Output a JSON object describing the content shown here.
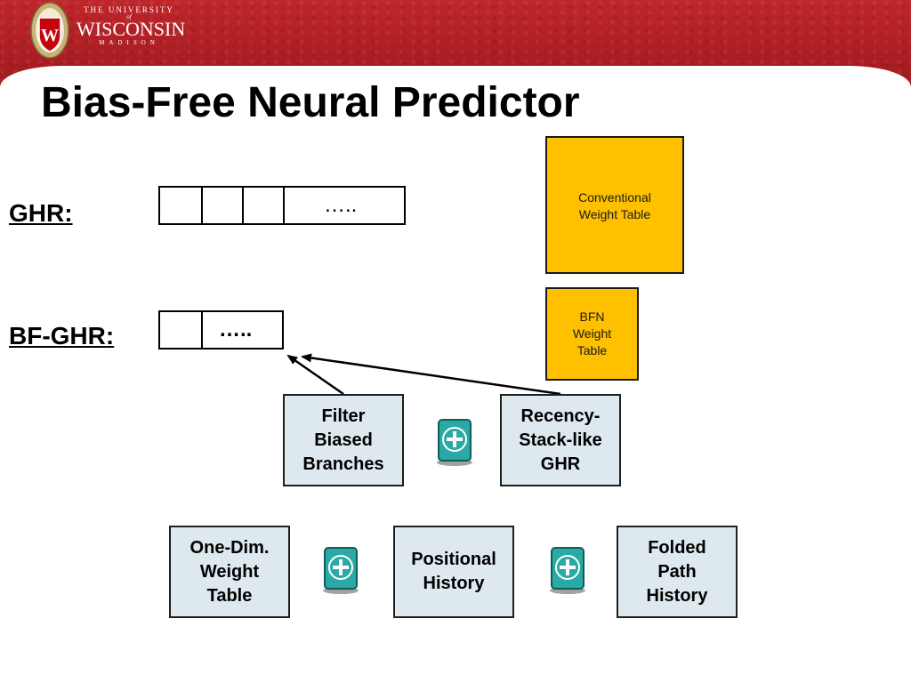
{
  "header": {
    "university_line": "THE UNIVERSITY",
    "of_line": "of",
    "name": "WISCONSIN",
    "campus": "MADISON",
    "crest_letter": "W"
  },
  "title": "Bias-Free Neural Predictor",
  "registers": {
    "ghr_label": "GHR:",
    "ghr_dots": "…..",
    "bfghr_label": "BF-GHR:",
    "bfghr_dots": "….."
  },
  "tables": {
    "conventional": "Conventional\nWeight Table",
    "bfn": "BFN\nWeight\nTable"
  },
  "blocks": {
    "filter": "Filter\nBiased\nBranches",
    "recency": "Recency-\nStack-like\nGHR",
    "one_dim": "One-Dim.\nWeight\nTable",
    "positional": "Positional\nHistory",
    "folded": "Folded\nPath\nHistory"
  },
  "icons": {
    "combine": "plus-icon"
  },
  "colors": {
    "banner": "#b0222a",
    "weight_table": "#ffc000",
    "block_fill": "#dde9ee",
    "plus_teal": "#2aa9a5"
  }
}
